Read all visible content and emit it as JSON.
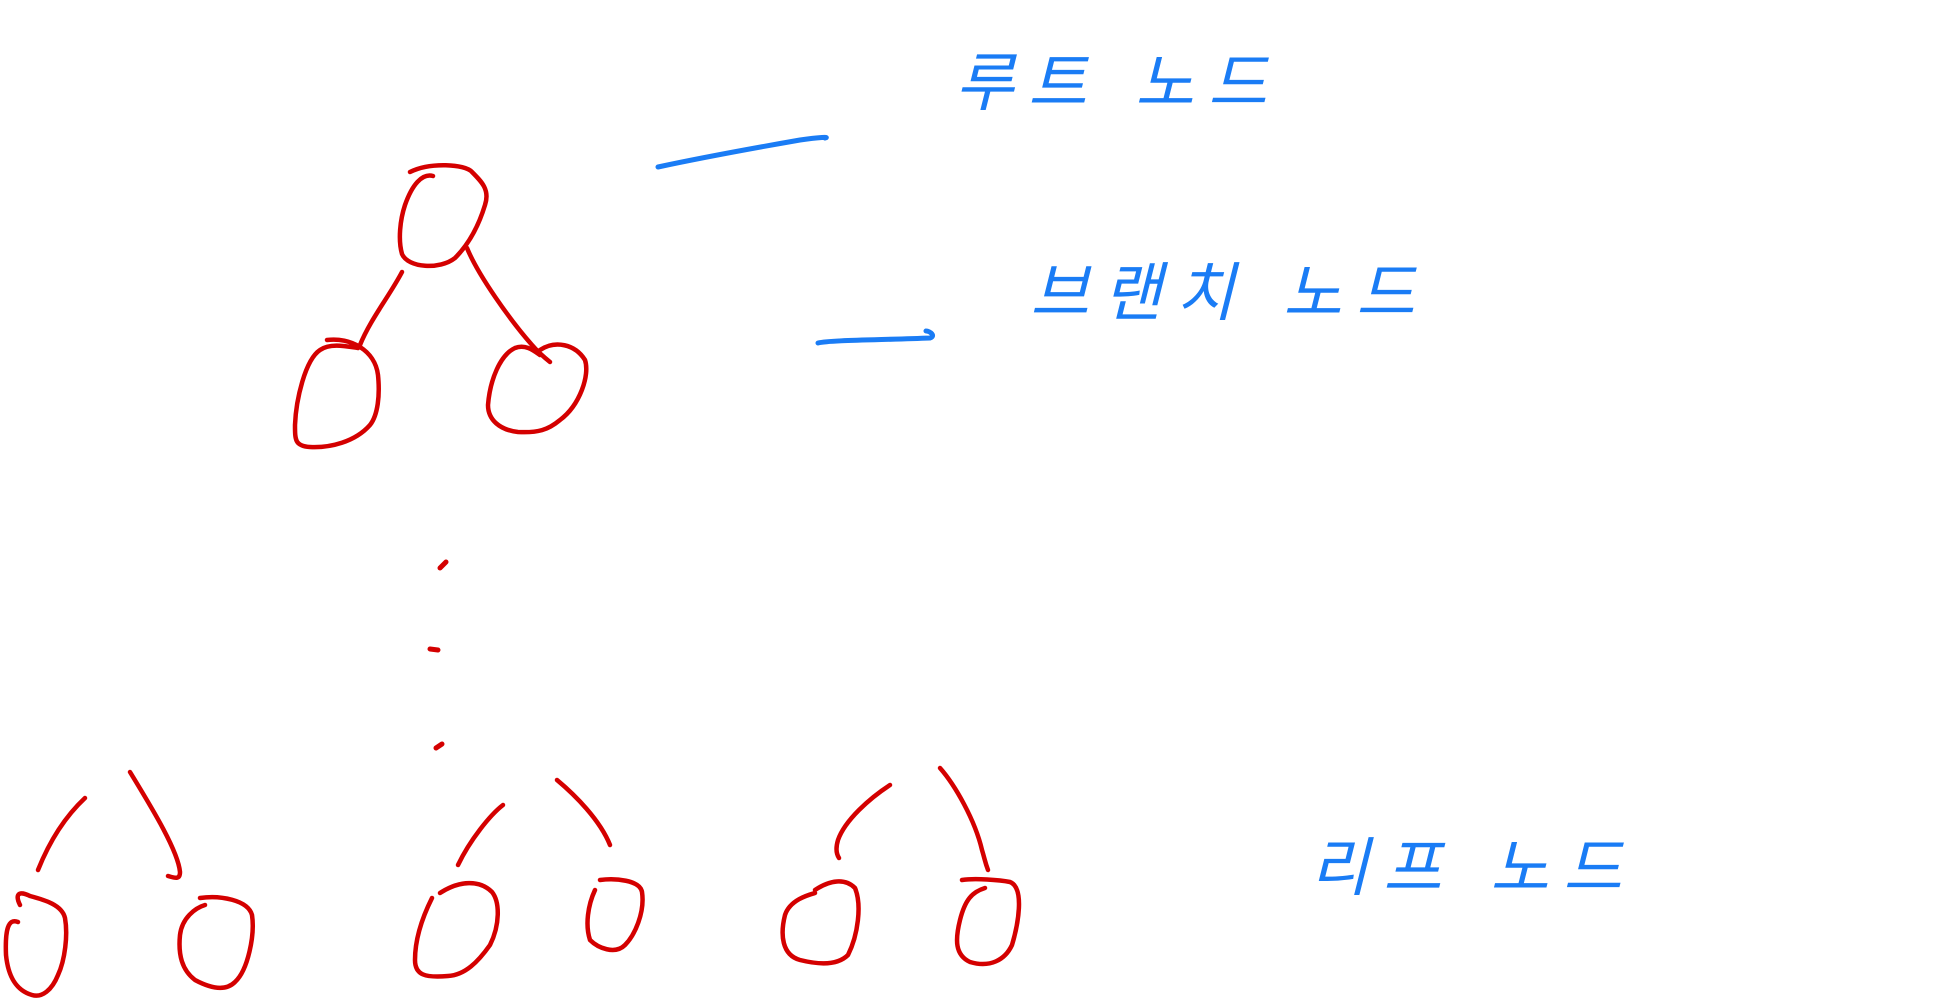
{
  "diagram": {
    "labels": {
      "root": "루트 노드",
      "branch": "브랜치 노드",
      "leaf": "리프 노드"
    },
    "colors": {
      "tree": "#d40000",
      "annotation": "#1a7cf5",
      "background": "#ffffff"
    }
  }
}
